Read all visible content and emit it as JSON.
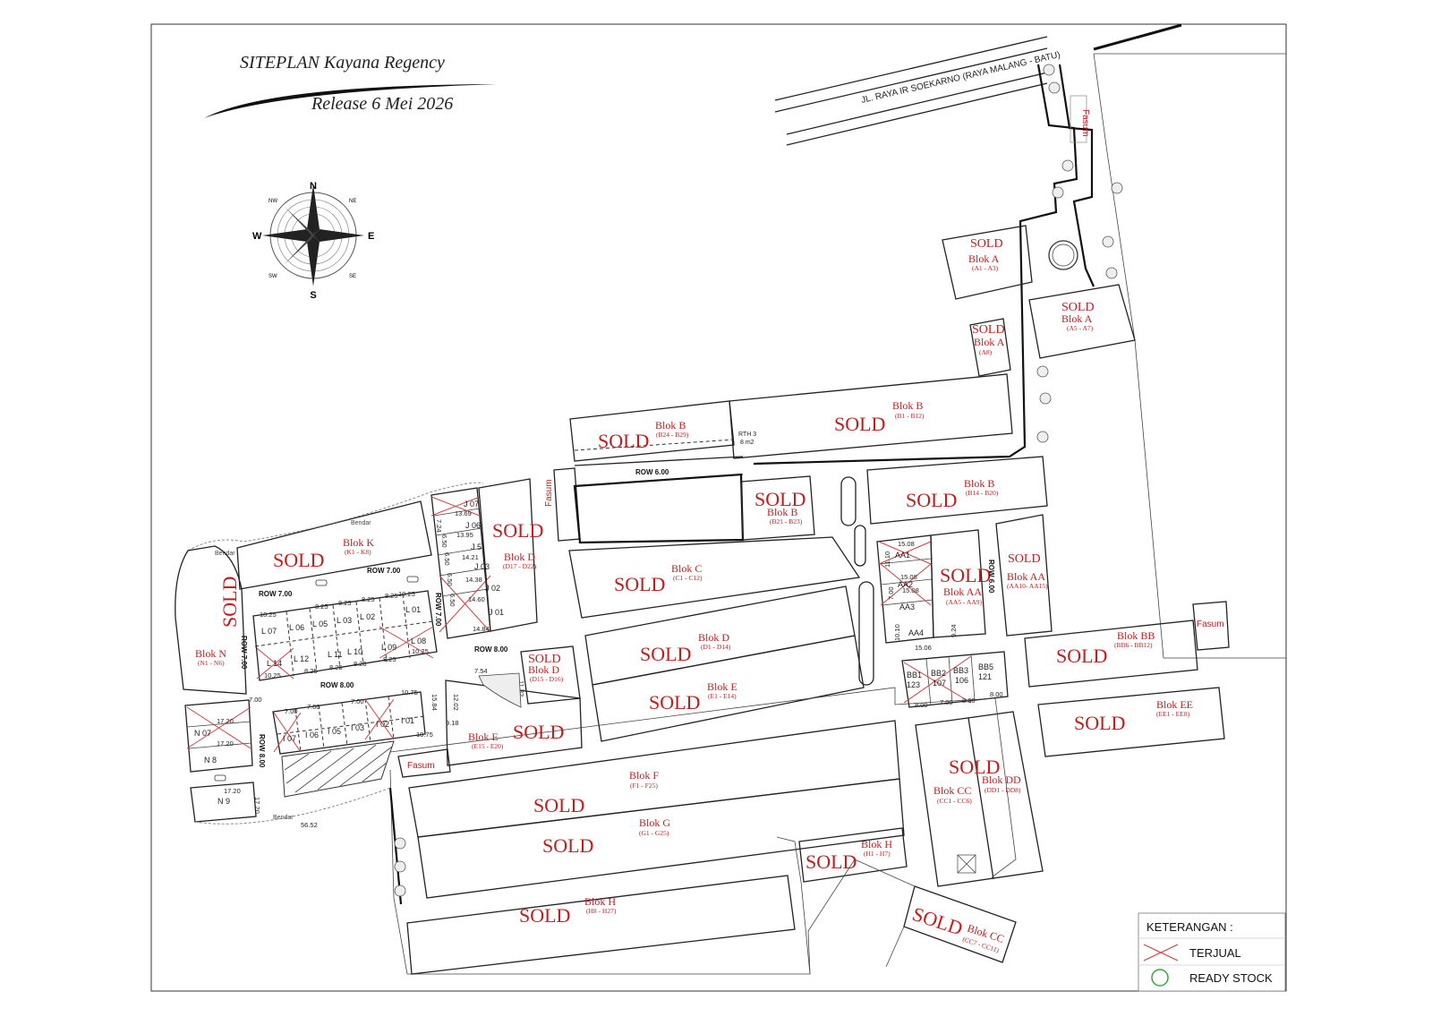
{
  "header": {
    "title": "SITEPLAN Kayana Regency",
    "subtitle": "Release 6 Mei 2026"
  },
  "compass": {
    "n": "N",
    "s": "S",
    "e": "E",
    "w": "W",
    "nw": "NW",
    "ne": "NE",
    "sw": "SW",
    "se": "SE"
  },
  "road": {
    "main": "JL. RAYA IR SOEKARNO (RAYA MALANG - BATU)",
    "bendar_1": "Bendar",
    "bendar_2": "Bendar",
    "bendar_3": "Bendar"
  },
  "labels": {
    "sold": "SOLD",
    "fasum": "Fasum",
    "rth_1": "RTH  3",
    "rth_2": "8 m2"
  },
  "rows": {
    "r600a": "ROW 6.00",
    "r600b": "ROW 6.00",
    "r700a": "ROW 7.00",
    "r700b": "ROW 7.00",
    "r700c": "ROW 7.00",
    "r700d": "ROW 7.00",
    "r800a": "ROW 8.00",
    "r800b": "ROW 8.00",
    "r800c": "ROW 8.00"
  },
  "blocks": {
    "a1": {
      "name": "Blok A",
      "range": "(A1 - A3)"
    },
    "a5": {
      "name": "Blok A",
      "range": "(A5 - A7)"
    },
    "a8": {
      "name": "Blok A",
      "range": "(A8)"
    },
    "b1": {
      "name": "Blok B",
      "range": "(B1 - B12)"
    },
    "b24": {
      "name": "Blok B",
      "range": "(B24 - B29)"
    },
    "b21": {
      "name": "Blok B",
      "range": "(B21 - B23)"
    },
    "b14": {
      "name": "Blok B",
      "range": "(B14 - B20)"
    },
    "k": {
      "name": "Blok K",
      "range": "(K1 - K8)"
    },
    "d17": {
      "name": "Blok D",
      "range": "(D17 - D22)"
    },
    "c": {
      "name": "Blok C",
      "range": "(C1 - C12)"
    },
    "aa5": {
      "name": "Blok AA",
      "range": "(AA5 - AA9)"
    },
    "aa10": {
      "name": "Blok AA",
      "range": "(AA10- AA15)"
    },
    "n": {
      "name": "Blok N",
      "range": "(N1 - N6)"
    },
    "d1": {
      "name": "Blok D",
      "range": "(D1 - D14)"
    },
    "d15": {
      "name": "Blok D",
      "range": "(D15 - D16)"
    },
    "e1": {
      "name": "Blok E",
      "range": "(E1 - E14)"
    },
    "e15": {
      "name": "Blok E",
      "range": "(E15 - E20)"
    },
    "bb": {
      "name": "Blok BB",
      "range": "(BB6 - BB12)"
    },
    "ee": {
      "name": "Blok EE",
      "range": "(EE1 - EE8)"
    },
    "f": {
      "name": "Blok F",
      "range": "(F1 - F25)"
    },
    "g": {
      "name": "Blok G",
      "range": "(G1 - G25)"
    },
    "cc1": {
      "name": "Blok CC",
      "range": "(CC1 - CC6)"
    },
    "dd": {
      "name": "Blok DD",
      "range": "(DD1 - DD8)"
    },
    "h1": {
      "name": "Blok H",
      "range": "(H1 - H7)"
    },
    "h8": {
      "name": "Blok H",
      "range": "(H8 - H27)"
    },
    "cc7": {
      "name": "Blok CC",
      "range": "(CC7 - CC11)"
    }
  },
  "lots": {
    "j07": "J 07",
    "j06": "J 06",
    "j5": "J 5",
    "j03": "J 03",
    "j02": "J 02",
    "j01": "J 01",
    "l07": "L 07",
    "l06": "L 06",
    "l05": "L 05",
    "l03": "L 03",
    "l02": "L 02",
    "l01": "L 01",
    "l14": "L 14",
    "l12": "L 12",
    "l11": "L 11",
    "l10": "L 10",
    "l09": "L 09",
    "l08": "L 08",
    "i07": "I 07",
    "i06": "I 06",
    "i05": "I 05",
    "i03": "I 03",
    "i02": "I 02",
    "i01": "I 01",
    "n07": "N 07",
    "n8": "N 8",
    "n9": "N 9",
    "aa1": "AA1",
    "aa2": "AA2",
    "aa3": "AA3",
    "aa4": "AA4",
    "bb1": "BB1",
    "bb2": "BB2",
    "bb3": "BB3",
    "bb5": "BB5",
    "n123": "123",
    "n107": "107",
    "n106": "106",
    "n121": "121"
  },
  "dims": {
    "d1369": "13.69",
    "d1395": "13.95",
    "d1421": "14.21",
    "d1438": "14.38",
    "d1460": "14.60",
    "d1484": "14.84",
    "d650a": "6.50",
    "d650b": "6.50",
    "d650c": "6.50",
    "d650d": "6.50",
    "d724": "7.24",
    "d1025a": "10.25",
    "d825a": "8.25",
    "d825b": "8.25",
    "d825c": "8.25",
    "d825d": "8.25",
    "d1025b": "10.25",
    "d1025c": "10.25",
    "d825e": "8.25",
    "d825f": "8.25",
    "d825g": "8.25",
    "d825h": "8.25",
    "d1025d": "10.25",
    "d1075a": "10.75",
    "d1075b": "10.75",
    "d700a": "7.00",
    "d700b": "7.00",
    "d700c": "7.00",
    "d700d": "7.00",
    "d700e": "7.00",
    "d1720a": "17.20",
    "d1720b": "17.20",
    "d1720c": "17.20",
    "d1720d": "17.20",
    "d1508a": "15.08",
    "d1508b": "15.08",
    "d1508c": "15.08",
    "d1506": "15.06",
    "d1110": "11.10",
    "d1010": "10.10",
    "d924": "9.24",
    "d800a": "8.00",
    "d800b": "8.00",
    "d800c": "8.00",
    "d700f": "7.00",
    "d5652": "56.52",
    "d1202": "12.02",
    "d918": "9.18",
    "d1132": "11.32",
    "d754": "7.54",
    "d1584": "15.84"
  },
  "legend": {
    "title": "KETERANGAN :",
    "terjual": "TERJUAL",
    "ready": "READY STOCK",
    "terjual_color": "#d04040",
    "ready_color": "#3aa63a"
  }
}
